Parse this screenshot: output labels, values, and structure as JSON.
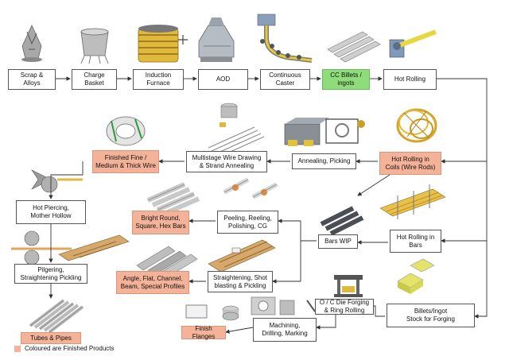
{
  "steps": {
    "scrap": "Scrap &\nAlloys",
    "charge": "Charge\nBasket",
    "induction": "Induction\nFurnace",
    "aod": "AOD",
    "continuous": "Continuous\nCaster",
    "cc_billets": "CC Billets /\ningots",
    "hot_rolling": "Hot Rolling",
    "hot_rolling_coils": "Hot Rolling in\nCoils (Wire Rods)",
    "annealing": "Annealing, Picking",
    "multistage": "Multistage Wire Drawing\n& Strand Annealing",
    "finished_wire": "Finished Fine /\nMedium & Thick Wire",
    "hot_piercing": "Hot Piercing,\nMother Hollow",
    "pilgering": "Pilgering,\nStraightening Pickling",
    "tubes": "Tubes & Pipes",
    "peeling": "Peeling, Reeling,\nPolishing, CG",
    "bright_bars": "Bright Round,\nSquare, Hex Bars",
    "bars_wip": "Bars WIP",
    "hot_rolling_bars": "Hot Rolling in\nBars",
    "straightening": "Straightening, Shot\nblasting & Pickling",
    "angle": "Angle, Flat, Channel,\nBeam, Special Profiles",
    "billets_forging": "Billets/Ingot\nStock for Forging",
    "oc_die": "O / C Die Forging\n& Ring Rolling",
    "machining": "Machining,\nDrilling, Marking",
    "flanges": "Finish Flanges"
  },
  "legend": "Coloured are Finished Products",
  "colors": {
    "finished": "#f4b399",
    "cc_billets": "#8fdc7a",
    "arrow": "#333333"
  },
  "illustrations": [
    "scrap-image",
    "charge-basket-image",
    "induction-furnace-image",
    "aod-vessel-image",
    "continuous-caster-image",
    "billets-image",
    "rolling-mill-image",
    "wire-coil-image",
    "annealing-furnace-image",
    "drawing-machine-image",
    "finished-coil-image",
    "piercing-mill-image",
    "pilger-mill-image",
    "tubes-image",
    "peeling-machine-image",
    "bright-bars-image",
    "bars-wip-image",
    "bar-rolling-image",
    "straightening-line-image",
    "profiles-image",
    "forging-billets-image",
    "forging-press-image",
    "machining-image",
    "flanges-image"
  ]
}
